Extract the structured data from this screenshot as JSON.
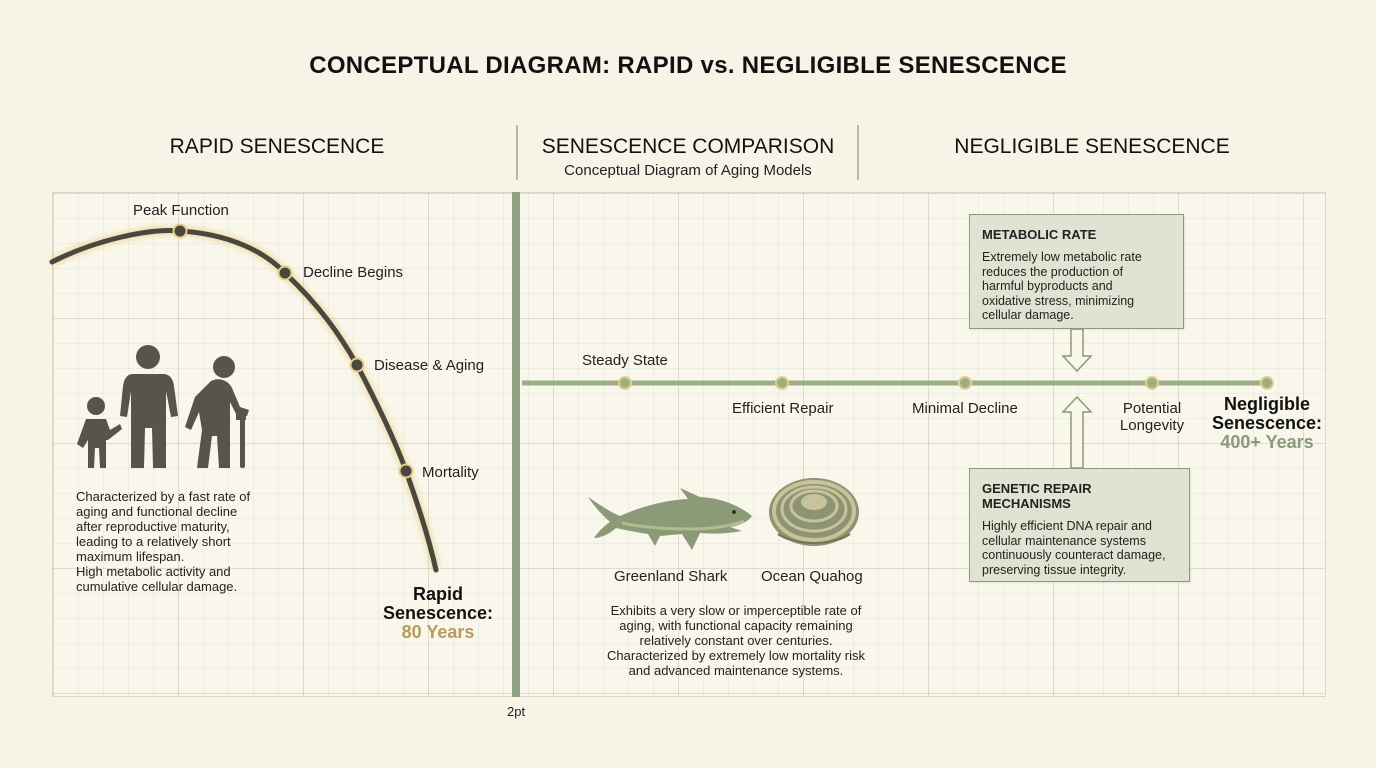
{
  "title": "CONCEPTUAL DIAGRAM: RAPID vs. NEGLIGIBLE SENESCENCE",
  "sections": {
    "rapid": {
      "heading": "RAPID SENESCENCE",
      "points": [
        {
          "label": "Peak Function"
        },
        {
          "label": "Decline Begins"
        },
        {
          "label": "Disease & Aging"
        },
        {
          "label": "Mortality"
        }
      ],
      "description": [
        "Characterized by a fast rate of",
        "aging and functional decline",
        "after reproductive maturity,",
        "leading to a relatively short",
        "maximum lifespan.",
        "High metabolic activity and",
        "cumulative cellular damage."
      ],
      "end_label_line1": "Rapid",
      "end_label_line2": "Senescence:",
      "end_value": "80 Years",
      "icon": "human-lifecycle-icon"
    },
    "comparison": {
      "heading": "SENESCENCE COMPARISON",
      "subheading": "Conceptual Diagram of Aging Models",
      "species": [
        {
          "name": "Greenland Shark",
          "icon": "shark-icon"
        },
        {
          "name": "Ocean Quahog",
          "icon": "clam-icon"
        }
      ],
      "description": [
        "Exhibits a very slow or imperceptible rate of",
        "aging, with functional capacity remaining",
        "relatively constant over centuries.",
        "Characterized by extremely low mortality risk",
        "and advanced maintenance systems."
      ],
      "axis_note": "2pt"
    },
    "negligible": {
      "heading": "NEGLIGIBLE SENESCENCE",
      "points": [
        {
          "label": "Steady State"
        },
        {
          "label": "Efficient Repair"
        },
        {
          "label": "Minimal Decline"
        },
        {
          "label": "Potential Longevity"
        }
      ],
      "potential_line1": "Potential",
      "potential_line2": "Longevity",
      "metabolic": {
        "title": "METABOLIC RATE",
        "body": [
          "Extremely low metabolic rate",
          "reduces the production of",
          "harmful byproducts and",
          "oxidative stress, minimizing",
          "cellular damage."
        ]
      },
      "genetic": {
        "title": "GENETIC REPAIR MECHANISMS",
        "body": [
          "Highly efficient DNA repair and",
          "cellular maintenance systems",
          "continuously counteract damage,",
          "preserving tissue integrity."
        ]
      },
      "end_label_line1": "Negligible",
      "end_label_line2": "Senescence:",
      "end_value": "400+ Years"
    }
  },
  "colors": {
    "rapid_curve": "#4a4640",
    "glow": "#e6cf8a",
    "gold_text": "#b39c5f",
    "green_line": "#9aae88",
    "green_text": "#8a9a7c",
    "person": "#57534d",
    "shark": "#8b9a77"
  }
}
